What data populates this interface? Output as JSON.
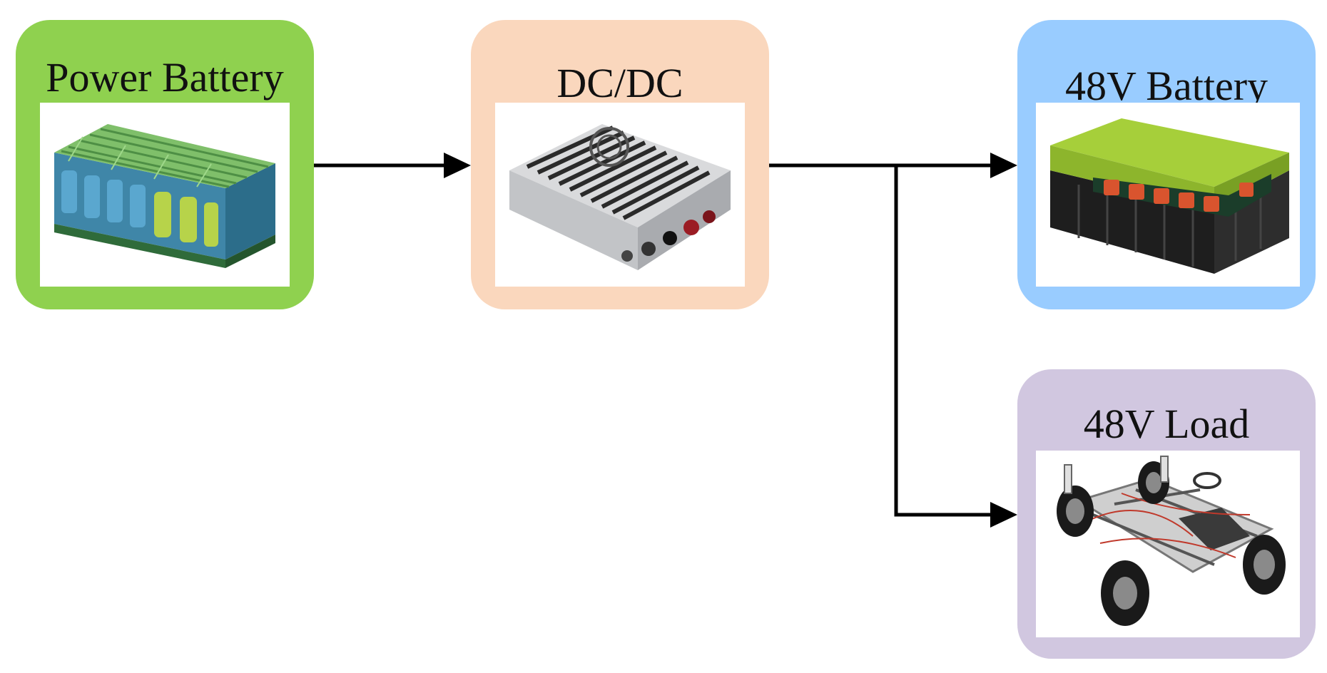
{
  "nodes": {
    "power_battery": {
      "label": "Power Battery",
      "color": "#8fd14f"
    },
    "dcdc": {
      "label": "DC/DC",
      "color": "#fad7bd"
    },
    "battery_48v": {
      "label": "48V Battery",
      "color": "#99ccff"
    },
    "load_48v": {
      "label": "48V Load",
      "color": "#d1c7e0"
    }
  },
  "edges": [
    {
      "from": "Power Battery",
      "to": "DC/DC"
    },
    {
      "from": "DC/DC",
      "to": "48V Battery"
    },
    {
      "from": "DC/DC",
      "to": "48V Load"
    }
  ],
  "colors": {
    "arrow": "#000000",
    "title_text": "#111111"
  },
  "icons": {
    "power_battery": "battery-pack-icon",
    "dcdc": "dcdc-converter-icon",
    "battery_48v": "battery-48v-icon",
    "load_48v": "vehicle-chassis-icon"
  }
}
